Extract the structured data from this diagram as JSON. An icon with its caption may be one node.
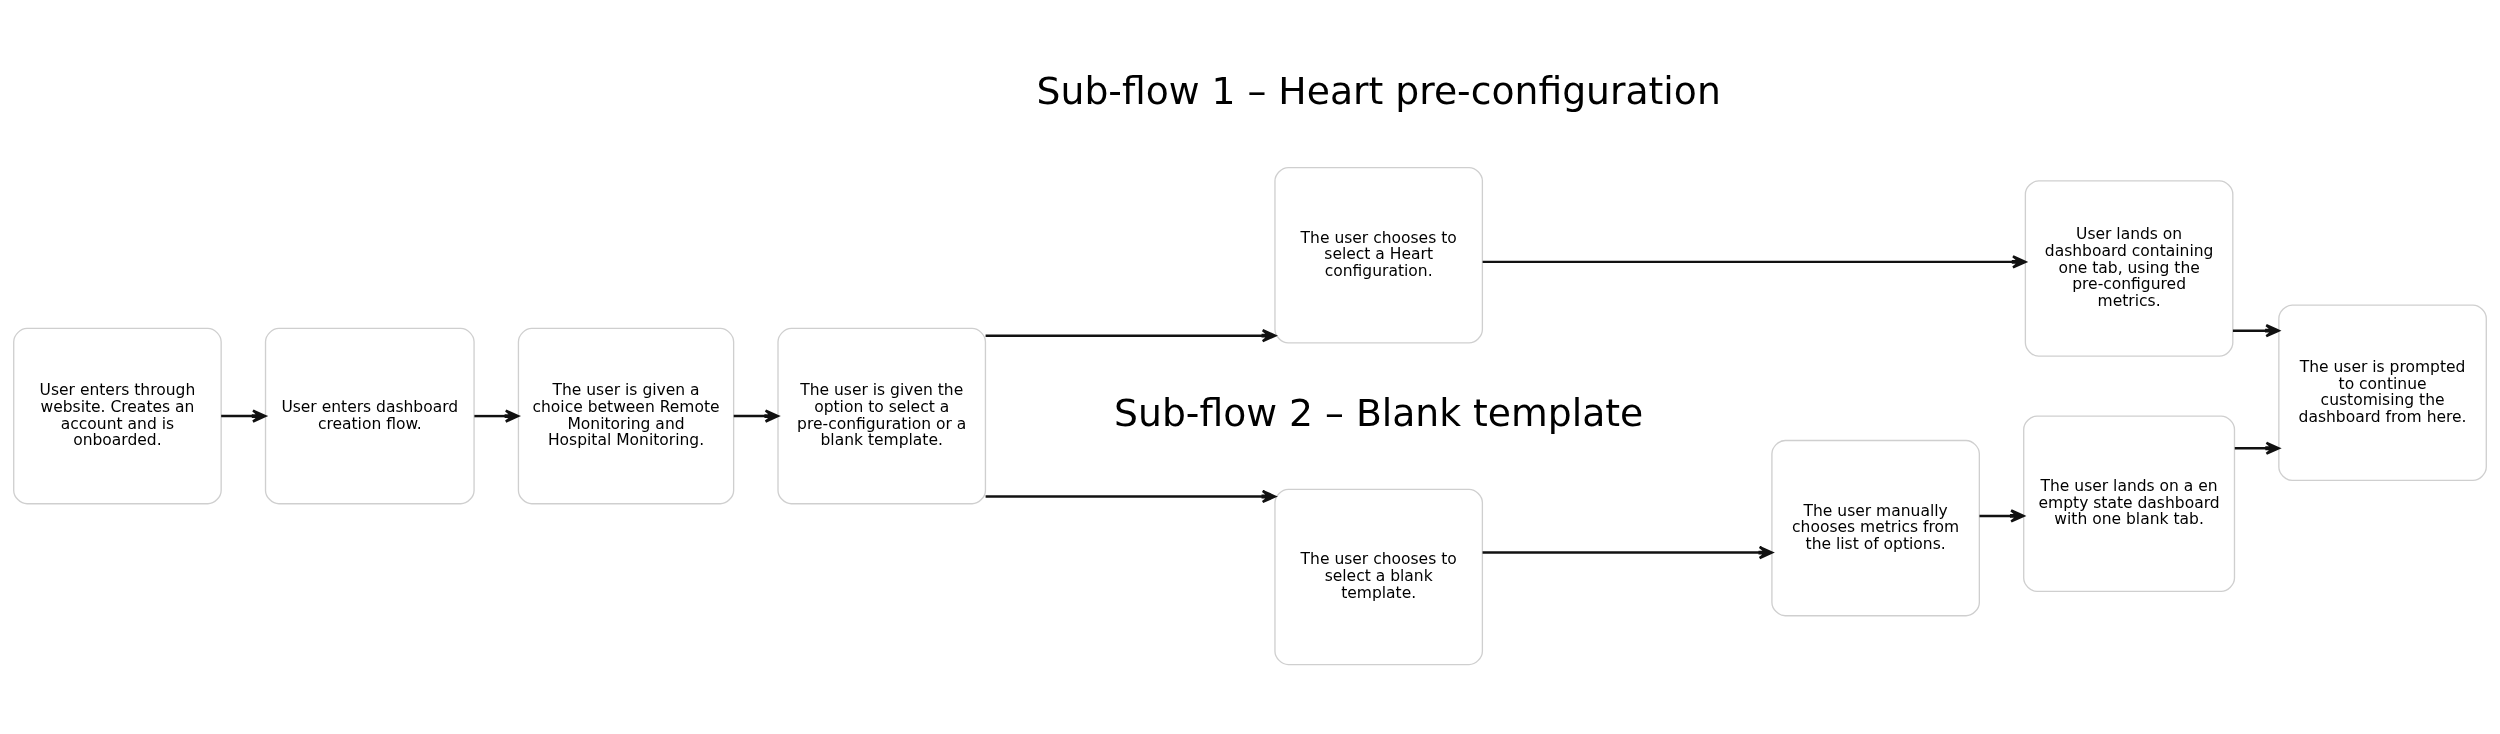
{
  "diagram": {
    "nodes": [
      {
        "text": [
          "User enters through website. Creates an account and is onboarded."
        ]
      },
      {
        "text": [
          "User enters dashboard creation flow."
        ]
      },
      {
        "text": [
          "The user is given a choice between Remote Monitoring and Hospital Monitoring."
        ]
      },
      {
        "text": [
          "The user is given the option to select a pre-configuration or a blank template."
        ]
      },
      {
        "text": [
          "The user chooses to select a Heart configuration."
        ]
      },
      {
        "text": [
          "User lands on dashboard containing one tab, using the pre-configured metrics."
        ]
      },
      {
        "text": [
          "The user chooses to select a blank template."
        ]
      },
      {
        "text": [
          "The user manually chooses metrics from the list of options."
        ]
      },
      {
        "text": [
          "The user lands on a en empty state dashboard with one blank tab."
        ]
      },
      {
        "text": [
          "The user is prompted to continue customising the dashboard from here."
        ]
      }
    ],
    "edges": [
      {
        "from": 0,
        "to": 1,
        "arrow": "to"
      },
      {
        "from": 1,
        "to": 2,
        "arrow": "to"
      },
      {
        "from": 2,
        "to": 3,
        "arrow": "to"
      },
      {
        "from": 3,
        "to": 4,
        "arrow": "to"
      },
      {
        "from": 4,
        "to": 5,
        "arrow": "to"
      },
      {
        "from": 5,
        "to": 9,
        "arrow": "to"
      },
      {
        "from": 3,
        "to": 6,
        "arrow": "to"
      },
      {
        "from": 6,
        "to": 7,
        "arrow": "to"
      },
      {
        "from": 7,
        "to": 8,
        "arrow": "to"
      },
      {
        "from": 8,
        "to": 9,
        "arrow": "to"
      }
    ],
    "labels": [
      "Sub-flow 1 – Heart pre-configuration",
      "Sub-flow 2 – Blank template"
    ]
  }
}
